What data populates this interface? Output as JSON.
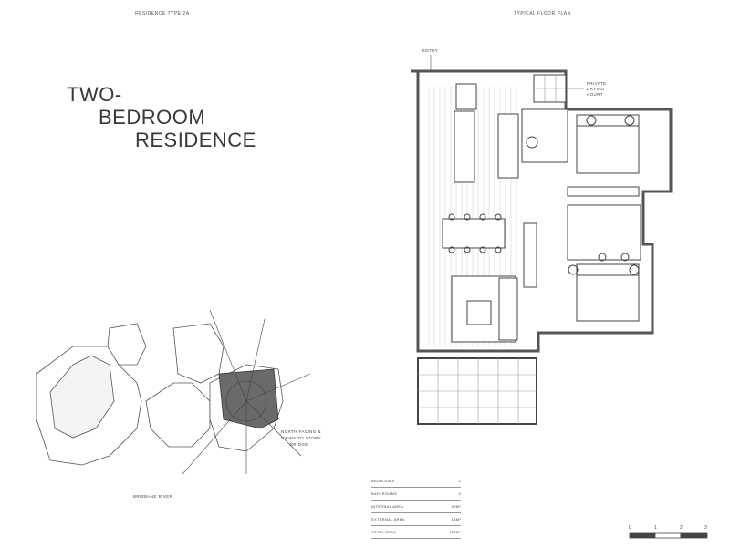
{
  "headers": {
    "left": "RESIDENCE TYPE 2A",
    "right": "TYPICAL FLOOR PLAN"
  },
  "title": {
    "line1": "TWO-",
    "line2": "BEDROOM",
    "line3": "RESIDENCE"
  },
  "plan_labels": {
    "entry": "ENTRY",
    "drying_court_1": "PRIVATE",
    "drying_court_2": "DRYING",
    "drying_court_3": "COURT"
  },
  "site": {
    "river_label": "BRISBANE RIVER",
    "note_1": "NORTH FACING &",
    "note_2": "VIEWS TO STORY",
    "note_3": "BRIDGE"
  },
  "stats": [
    {
      "label": "BEDROOMS",
      "value": "2"
    },
    {
      "label": "BATHROOMS",
      "value": "2"
    },
    {
      "label": "INTERNAL AREA",
      "value": "90M²"
    },
    {
      "label": "EXTERNAL AREA",
      "value": "13M²"
    },
    {
      "label": "TOTAL AREA",
      "value": "103M²"
    }
  ],
  "scale": {
    "ticks": [
      "0",
      "1",
      "2",
      "3"
    ]
  }
}
